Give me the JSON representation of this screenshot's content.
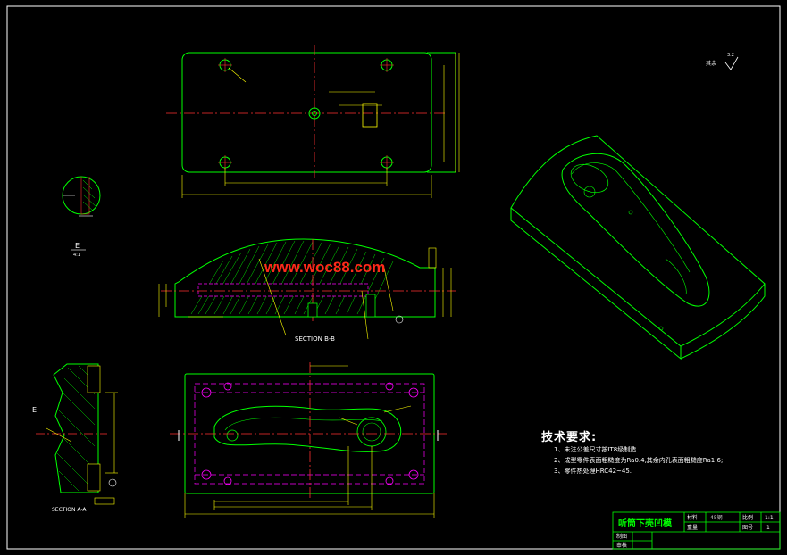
{
  "drawing": {
    "watermark": "www.woc88.com",
    "section_bb": "SECTION B-B",
    "section_aa": "SECTION A-A",
    "detail_label": "E",
    "detail_scale": "4:1",
    "roughness_note": "其余",
    "roughness_value": "3.2"
  },
  "tech_requirements": {
    "title": "技术要求:",
    "items": [
      "1、未注公差尺寸按IT8级制造.",
      "2、成型零件表面粗糙度为Ra0.4,其余内孔表面粗糙度Ra1.6;",
      "3、零件热处理HRC42~45."
    ]
  },
  "title_block": {
    "name": "听筒下壳凹模",
    "material_label": "材料",
    "material_value": "45钢",
    "scale_label": "比例",
    "scale_value": "1:1",
    "weight_label": "重量",
    "quantity_label": "图号",
    "quantity_value": "1",
    "drawn_label": "制图",
    "checked_label": "审核"
  },
  "colors": {
    "background": "#000000",
    "outline": "#00ff00",
    "dimension": "#ffff00",
    "center": "#ff3030",
    "hidden": "#ff00ff",
    "text": "#ffffff"
  }
}
